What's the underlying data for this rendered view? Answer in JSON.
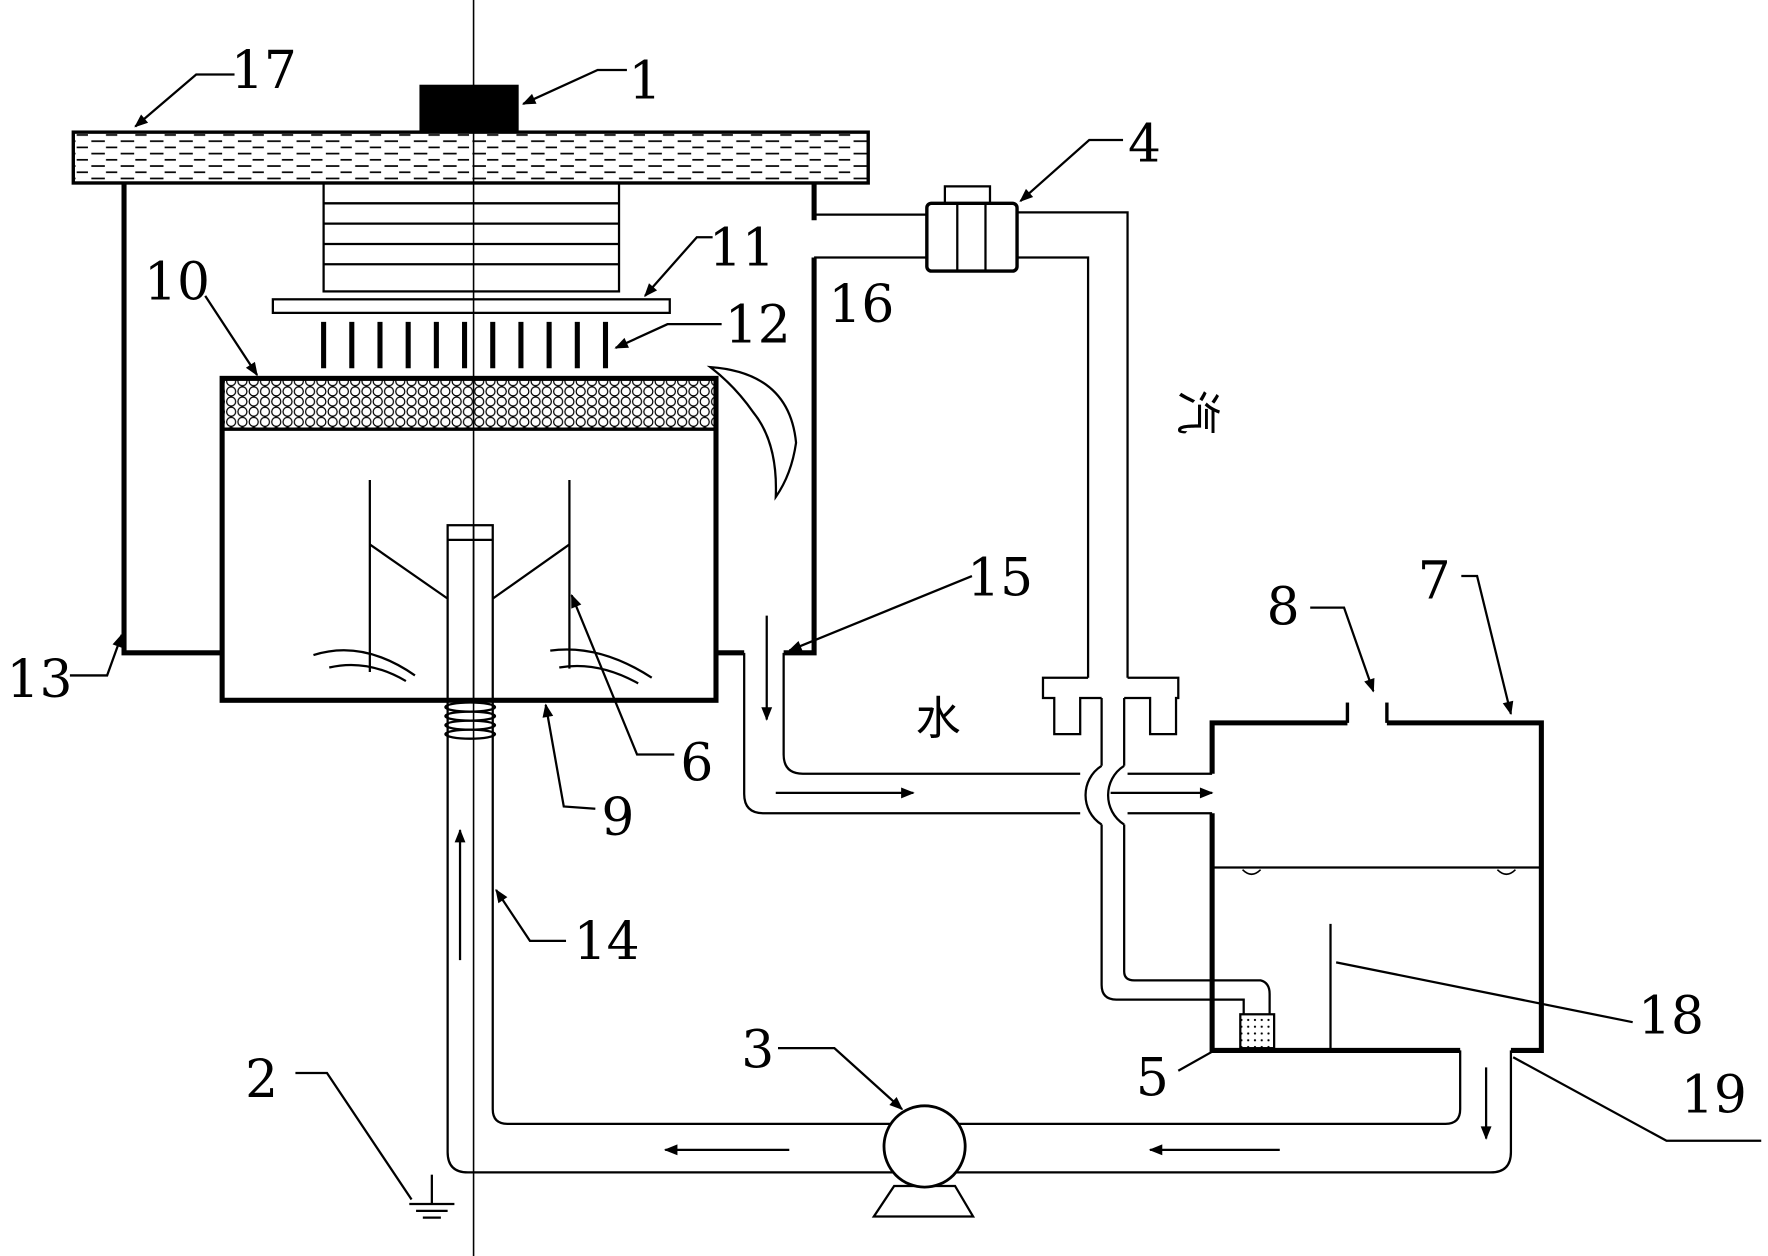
{
  "figure": {
    "labels": {
      "n1": "1",
      "n2": "2",
      "n3": "3",
      "n4": "4",
      "n5": "5",
      "n6": "6",
      "n7": "7",
      "n8": "8",
      "n9": "9",
      "n10": "10",
      "n11": "11",
      "n12": "12",
      "n13": "13",
      "n14": "14",
      "n15": "15",
      "n16": "16",
      "n17": "17",
      "n18": "18",
      "n19": "19"
    },
    "annotations": {
      "water": "水",
      "steam": "汽"
    }
  }
}
